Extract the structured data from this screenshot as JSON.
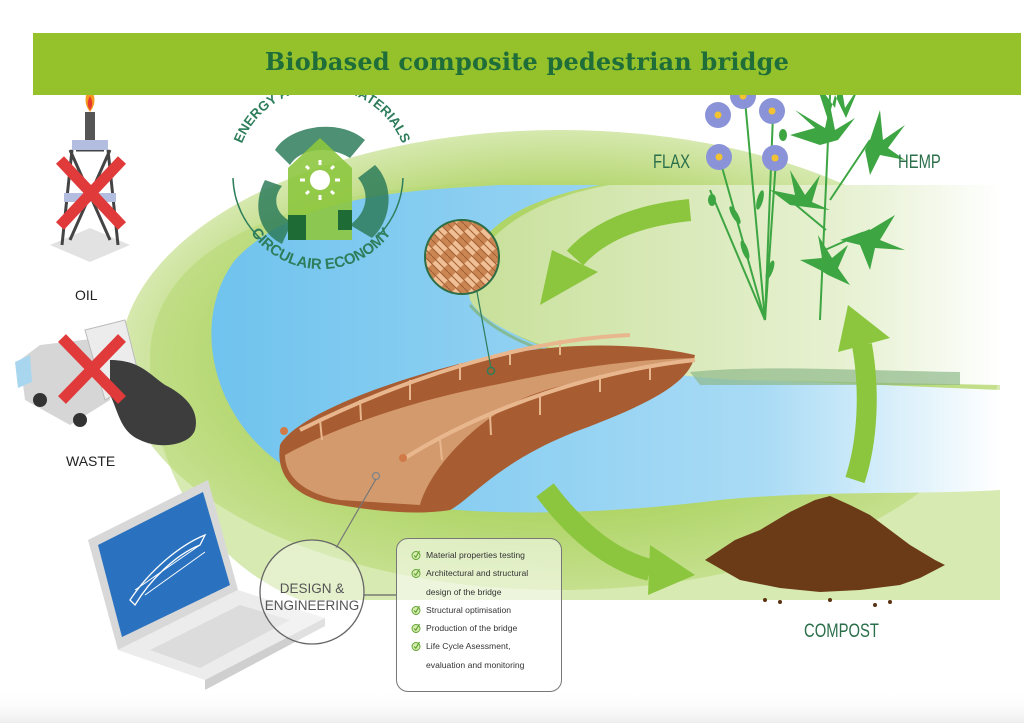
{
  "title": "Biobased composite pedestrian bridge",
  "colors": {
    "title_bar": "#95c12b",
    "title_text": "#1f6e3a",
    "arrow_green": "#8cc63f",
    "water_blue": "#7ccaf0",
    "land_green": "#a7cf5a",
    "bridge_brown": "#b86b3a",
    "compost_brown": "#6b3b17",
    "cross_red": "#e03a3a",
    "label_green": "#2a6e4a",
    "logo_green": "#2e7d5b"
  },
  "icons": {
    "oil": "oil-derrick-icon",
    "waste": "garbage-truck-icon",
    "cross": "red-cross-icon",
    "logo": "circular-economy-recycle-icon",
    "weave": "woven-fibre-icon",
    "laptop": "laptop-icon",
    "flax": "flax-plant-icon",
    "hemp": "hemp-plant-icon",
    "compost": "compost-heap-icon",
    "check": "checkmark-icon"
  },
  "left_items": [
    {
      "label": "OIL"
    },
    {
      "label": "WASTE"
    }
  ],
  "logo": {
    "top_text": "ENERGY AND RAW MATERIALS",
    "bottom_text": "CIRCULAIR ECONOMY"
  },
  "plants": {
    "flax_label": "FLAX",
    "hemp_label": "HEMP"
  },
  "compost_label": "COMPOST",
  "design": {
    "label_line1": "DESIGN &",
    "label_line2": "ENGINEERING"
  },
  "checklist": [
    {
      "line1": "Material properties testing",
      "line2": ""
    },
    {
      "line1": "Architectural and structural",
      "line2": "design of the bridge"
    },
    {
      "line1": "Structural optimisation",
      "line2": ""
    },
    {
      "line1": "Production of the bridge",
      "line2": ""
    },
    {
      "line1": "Life Cycle Asessment,",
      "line2": "evaluation and monitoring"
    }
  ]
}
